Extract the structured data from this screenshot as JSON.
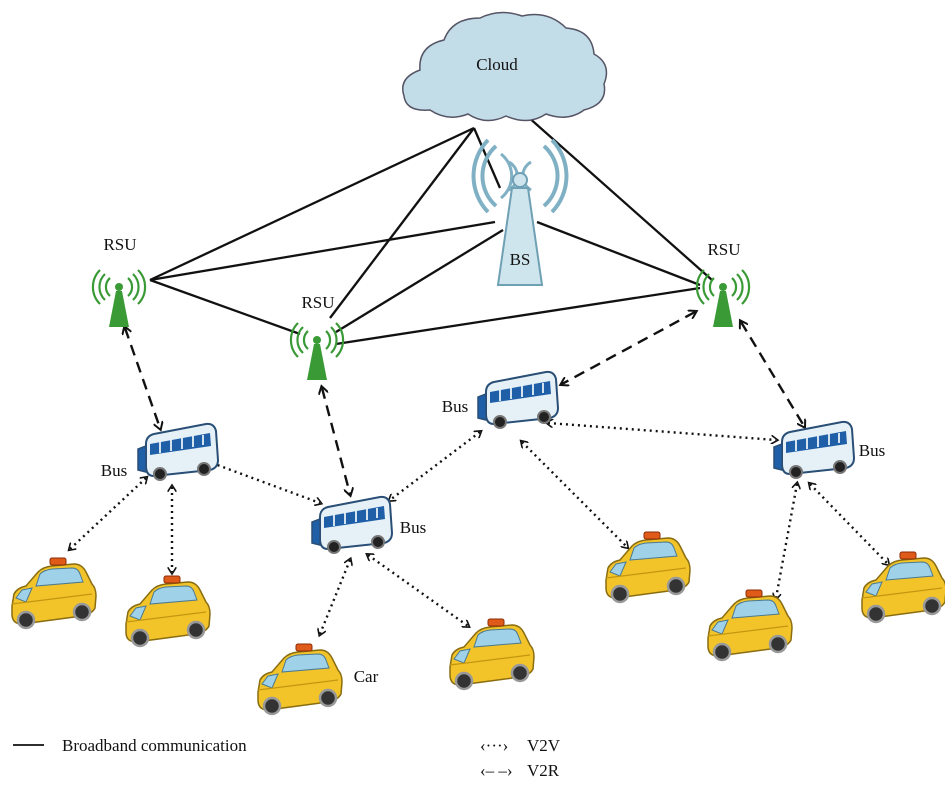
{
  "nodes": {
    "cloud": "Cloud",
    "bs": "BS",
    "rsu_left": "RSU",
    "rsu_mid": "RSU",
    "rsu_right": "RSU",
    "bus_left": "Bus",
    "bus_mid": "Bus",
    "bus_center": "Bus",
    "bus_right": "Bus",
    "car": "Car"
  },
  "legend": {
    "broadband": "Broadband communication",
    "v2v": "V2V",
    "v2r": "V2R",
    "v2v_symbol": "‹···›",
    "v2r_symbol": "‹– –›"
  },
  "colors": {
    "cloud_fill": "#c3dde8",
    "bs_fill": "#cfe5ee",
    "rsu_green": "#3a9a36",
    "taxi_yellow": "#f2c42a",
    "bus_blue": "#1f5fa8"
  }
}
